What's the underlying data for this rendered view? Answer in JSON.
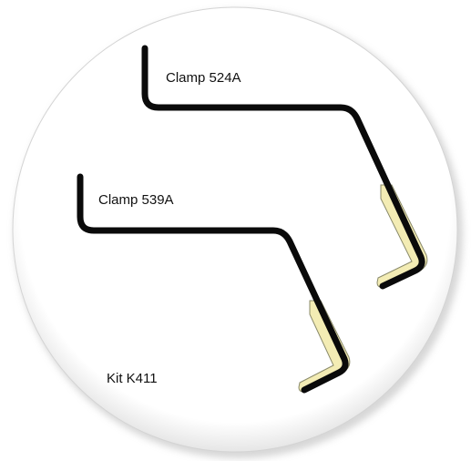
{
  "labels": {
    "clamp_top": "Clamp 524A",
    "clamp_bottom": "Clamp 539A",
    "kit": "Kit K411"
  },
  "colors": {
    "background": "#ffffff",
    "disc_fill": "#ffffff",
    "disc_shadow": "#c9c9c9",
    "clamp_wire": "#0a0a0a",
    "sleeve_fill": "#f3ecb4",
    "sleeve_outline": "#8a8a6a"
  }
}
